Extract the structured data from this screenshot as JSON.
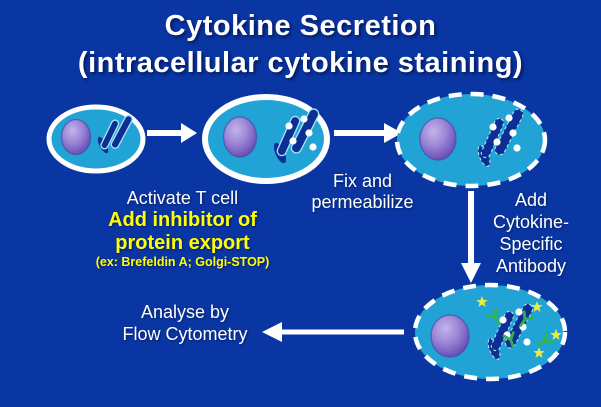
{
  "title": {
    "line1": "Cytokine Secretion",
    "line2": "(intracellular cytokine staining)"
  },
  "labels": {
    "activate": "Activate T cell",
    "inhibitor_line1": "Add inhibitor of",
    "inhibitor_line2": "protein export",
    "inhibitor_note": "(ex: Brefeldin A; Golgi-STOP)",
    "fix_line1": "Fix and",
    "fix_line2": "permeabilize",
    "antibody_line1": "Add",
    "antibody_line2": "Cytokine-",
    "antibody_line3": "Specific",
    "antibody_line4": "Antibody",
    "analyse_line1": "Analyse by",
    "analyse_line2": "Flow Cytometry"
  },
  "icons": {
    "cells": [
      {
        "name": "resting-t-cell",
        "membrane": "solid"
      },
      {
        "name": "activated-t-cell-cytokines-retained",
        "membrane": "solid"
      },
      {
        "name": "fixed-permeabilized-cell",
        "membrane": "dashed"
      },
      {
        "name": "antibody-stained-cell",
        "membrane": "dashed"
      }
    ],
    "arrows": [
      "right",
      "right",
      "down",
      "left"
    ]
  },
  "colors": {
    "background": "#0A36A4",
    "cell-fill": "#21A3D6",
    "cell-outline": "#FFFFFF",
    "organelle": "#0B2F94",
    "organelle-outline": "#AEE4F6",
    "nucleus-light": "#C3B4EA",
    "nucleus-mid": "#9B86D6",
    "nucleus-dark": "#5C41AB",
    "arrow": "#FFFFFF",
    "text-primary": "#FFFFFF",
    "text-highlight": "#FFFF00",
    "antibody-green": "#2FB34C",
    "star-yellow": "#F0E93C"
  }
}
